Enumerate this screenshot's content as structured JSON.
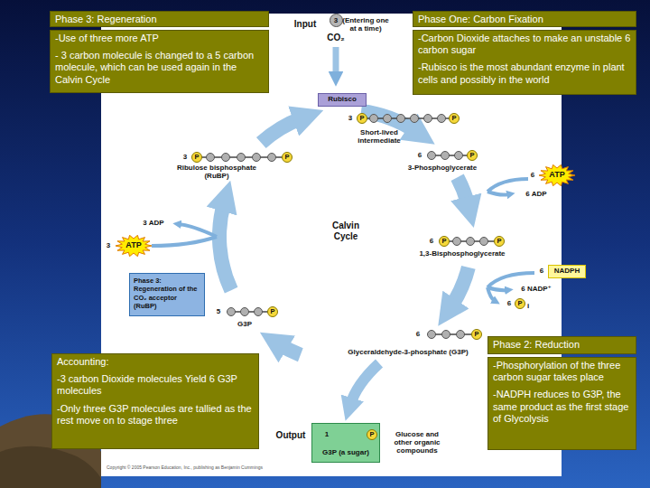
{
  "diagram": {
    "nodes": [
      {
        "text": [
          "Phase 3: Regeneration"
        ]
      },
      {
        "text": [
          "-Use of three more ATP",
          "- 3 carbon molecule is changed to a 5 carbon molecule, which can be used again in the Calvin Cycle"
        ]
      },
      {
        "text": [
          "Phase One: Carbon Fixation"
        ]
      },
      {
        "text": [
          "-Carbon Dioxide attaches to make an unstable 6 carbon sugar",
          "-Rubisco is the most abundant enzyme in plant cells and possibly in the world"
        ]
      },
      {
        "text": [
          "Rubisco"
        ]
      },
      {
        "text": [
          "ATP"
        ]
      },
      {
        "text": [
          "NADPH"
        ]
      },
      {
        "text": [
          "Phase 3: Regeneration of the CO₂ acceptor (RuBP)"
        ]
      },
      {
        "text": [
          "ATP"
        ]
      },
      {
        "text": [
          "Phase 2: Reduction"
        ]
      },
      {
        "text": [
          "-Phosphorylation of the three carbon sugar takes place",
          "-NADPH reduces to G3P, the same product as the first stage of Glycolysis"
        ]
      },
      {
        "text": [
          "Accounting:",
          "-3 carbon Dioxide molecules Yield 6 G3P molecules",
          "-Only three G3P molecules are tallied as the rest move on to stage three"
        ]
      },
      {
        "text": [
          "G3P (a sugar)"
        ]
      }
    ],
    "labels": [
      "Input",
      "3",
      "(Entering one at a time)",
      "CO₂",
      "3",
      "P",
      "P",
      "Short-lived intermediate",
      "6",
      "P",
      "3-Phosphoglycerate",
      "6",
      "6 ADP",
      "Calvin Cycle",
      "6",
      "P",
      "P",
      "1,3-Bisphosphoglycerate",
      "6",
      "6 NADP⁺",
      "6",
      "P",
      "i",
      "6",
      "P",
      "Glyceraldehyde-3-phosphate (G3P)",
      "Output",
      "1",
      "P",
      "Glucose and other organic compounds",
      "5",
      "P",
      "G3P",
      "3 ADP",
      "3",
      "3",
      "P",
      "P",
      "Ribulose bisphosphate (RuBP)",
      "Copyright © 2005 Pearson Education, Inc., publishing as Benjamin Cummings"
    ]
  }
}
